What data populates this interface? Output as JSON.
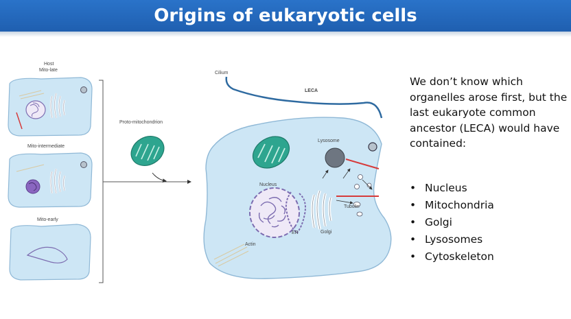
{
  "slide": {
    "title": "Origins of eukaryotic cells"
  },
  "diagram": {
    "host_label": "Host",
    "stage_labels": [
      "Mito-late",
      "Mito-intermediate",
      "Mito-early"
    ],
    "proto_label": "Proto-mitochondrion",
    "cilium_label": "Cilium",
    "leca_label": "LECA",
    "lysosome_label": "Lysosome",
    "nucleus_label": "Nucleus",
    "er_label": "ER",
    "golgi_label": "Golgi",
    "tubulin_label": "Tubulin",
    "actin_label": "Actin"
  },
  "side": {
    "text": "We don’t know which organelles arose first, but the last eukaryote common ancestor (LECA) would have contained:",
    "bullets": [
      "Nucleus",
      "Mitochondria",
      "Golgi",
      "Lysosomes",
      "Cytoskeleton"
    ]
  },
  "colors": {
    "header": "#2a73c9",
    "cell": "#cde6f5",
    "cell_border": "#8fb8d6",
    "mitochondrion": "#2ea58f",
    "lysosome": "#6e7681",
    "nucleus": "#7c6cb0",
    "tubulin": "#d63a3a"
  }
}
